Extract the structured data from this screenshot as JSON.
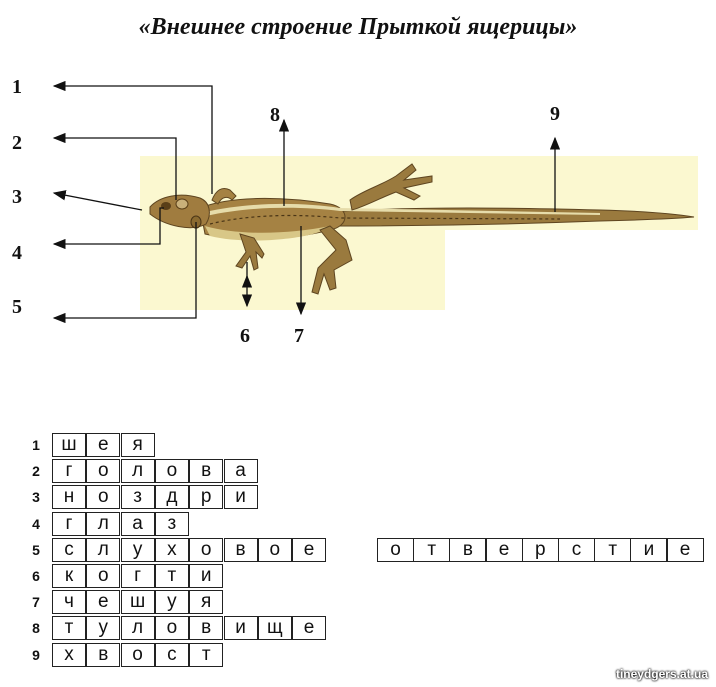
{
  "title": "«Внешнее строение Прыткой ящерицы»",
  "callout_numbers": [
    "1",
    "2",
    "3",
    "4",
    "5",
    "6",
    "7",
    "8",
    "9"
  ],
  "background_color": "#fbf8d0",
  "lizard_color": "#9a7a3e",
  "crossword": {
    "rows": [
      {
        "num": "1",
        "letters": [
          "ш",
          "е",
          "я"
        ],
        "extra": []
      },
      {
        "num": "2",
        "letters": [
          "г",
          "о",
          "л",
          "о",
          "в",
          "а"
        ],
        "extra": []
      },
      {
        "num": "3",
        "letters": [
          "н",
          "о",
          "з",
          "д",
          "р",
          "и"
        ],
        "extra": []
      },
      {
        "num": "4",
        "letters": [
          "г",
          "л",
          "а",
          "з"
        ],
        "extra": []
      },
      {
        "num": "5",
        "letters": [
          "с",
          "л",
          "у",
          "х",
          "о",
          "в",
          "о",
          "е"
        ],
        "extra": [
          "о",
          "т",
          "в",
          "е",
          "р",
          "с",
          "т",
          "и",
          "е"
        ]
      },
      {
        "num": "6",
        "letters": [
          "к",
          "о",
          "г",
          "т",
          "и"
        ],
        "extra": []
      },
      {
        "num": "7",
        "letters": [
          "ч",
          "е",
          "ш",
          "у",
          "я"
        ],
        "extra": []
      },
      {
        "num": "8",
        "letters": [
          "т",
          "у",
          "л",
          "о",
          "в",
          "и",
          "щ",
          "е"
        ],
        "extra": []
      },
      {
        "num": "9",
        "letters": [
          "х",
          "в",
          "о",
          "с",
          "т"
        ],
        "extra": []
      }
    ]
  },
  "watermark": "tineydgers.at.ua"
}
